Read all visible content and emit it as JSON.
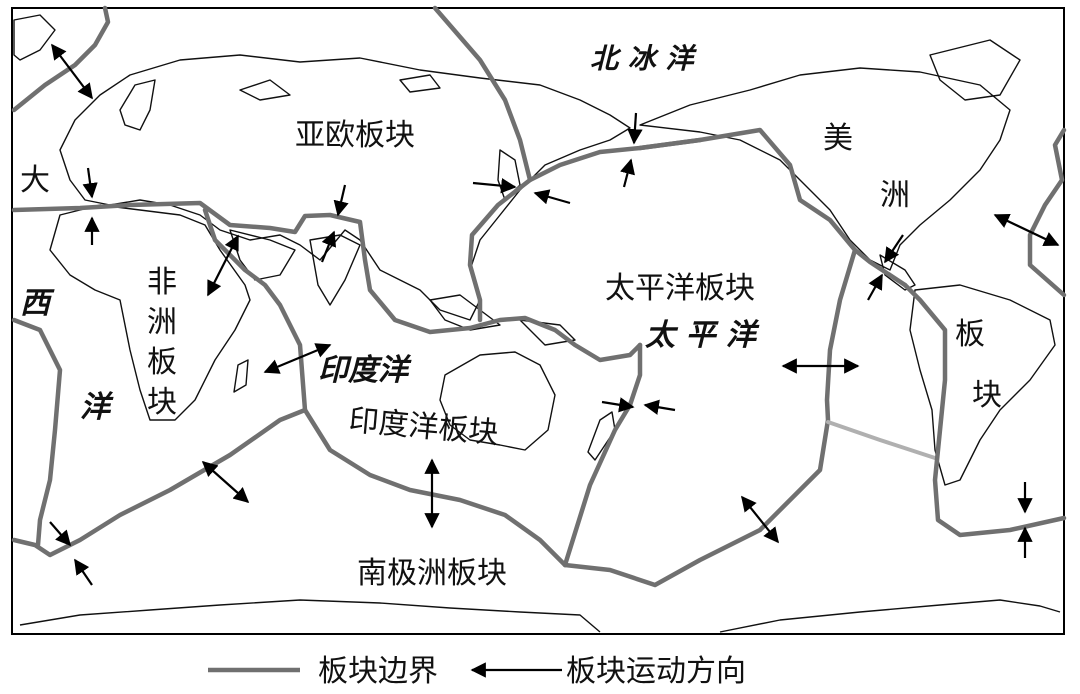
{
  "labels": {
    "arctic_ocean": "北 冰 洋",
    "eurasian_plate": "亚欧板块",
    "america_mei": "美",
    "america_zhou": "洲",
    "america_ban": "板",
    "america_kuai": "块",
    "atlantic_da": "大",
    "atlantic_xi": "西",
    "atlantic_yang": "洋",
    "african_plate": [
      "非",
      "洲",
      "板",
      "块"
    ],
    "indian_ocean": "印度洋",
    "indian_ocean_plate": "印度洋板块",
    "pacific_plate": "太平洋板块",
    "pacific_ocean": "太 平 洋",
    "antarctic_plate": "南极洲板块"
  },
  "legend": {
    "boundary_label": "板块边界",
    "motion_label": "板块运动方向"
  },
  "colors": {
    "boundary": "#707070",
    "coastline": "#111111",
    "arrow": "#000000"
  }
}
